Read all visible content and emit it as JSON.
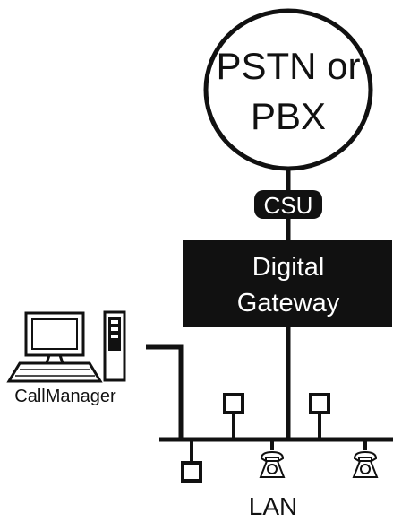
{
  "cloud": {
    "line1": "PSTN or",
    "line2": "PBX"
  },
  "csu": {
    "label": "CSU"
  },
  "gateway": {
    "line1": "Digital",
    "line2": "Gateway"
  },
  "computer": {
    "label": "CallManager"
  },
  "network": {
    "label": "LAN"
  },
  "colors": {
    "ink": "#111111",
    "paper": "#ffffff"
  }
}
